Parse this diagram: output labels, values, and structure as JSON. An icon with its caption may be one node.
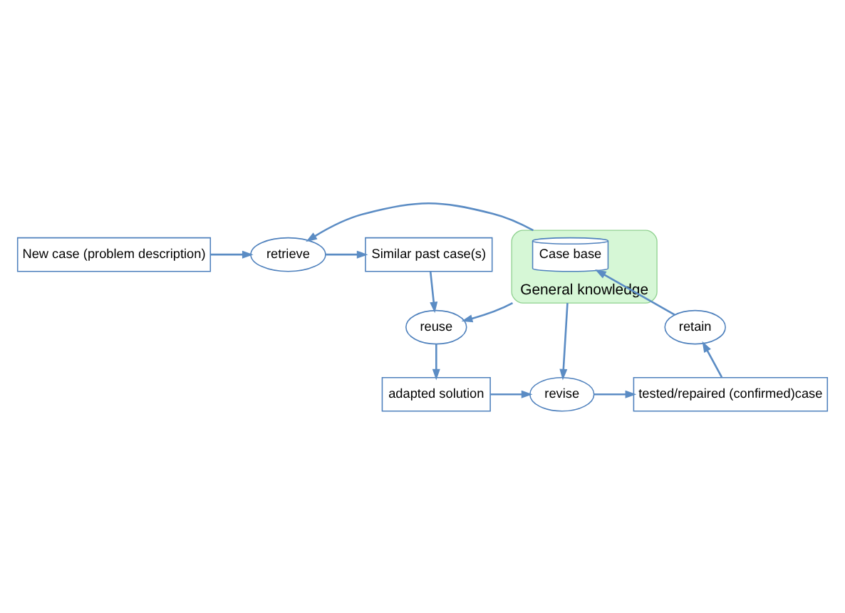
{
  "diagram": {
    "nodes": [
      {
        "text": [
          "New case (problem description)"
        ]
      },
      {
        "text": [
          "retrieve"
        ]
      },
      {
        "text": [
          "Similar past case(s)"
        ]
      },
      {
        "text": [
          "General knowledge"
        ]
      },
      {
        "text": [
          "Case base"
        ],
        "in": 3
      },
      {
        "text": [
          "retain"
        ]
      },
      {
        "text": [
          "reuse"
        ]
      },
      {
        "text": [
          "tested/repaired (confirmed)case"
        ]
      },
      {
        "text": [
          "revise"
        ]
      },
      {
        "text": [
          "adapted solution"
        ]
      }
    ],
    "edges": [
      {
        "from": 0,
        "to": 1,
        "arrow": "to"
      },
      {
        "from": 1,
        "to": 2,
        "arrow": "to"
      },
      {
        "from": 3,
        "to": 1,
        "arrow": "to"
      },
      {
        "from": 2,
        "to": 6,
        "arrow": "to"
      },
      {
        "from": 5,
        "to": 4,
        "arrow": "to"
      },
      {
        "from": 3,
        "to": 6,
        "arrow": "to"
      },
      {
        "from": 6,
        "to": 9,
        "arrow": "to"
      },
      {
        "from": 9,
        "to": 8,
        "arrow": "to"
      },
      {
        "from": 8,
        "to": 7,
        "arrow": "to"
      },
      {
        "from": 7,
        "to": 5,
        "arrow": "to"
      },
      {
        "from": 3,
        "to": 8,
        "arrow": "to"
      }
    ]
  }
}
